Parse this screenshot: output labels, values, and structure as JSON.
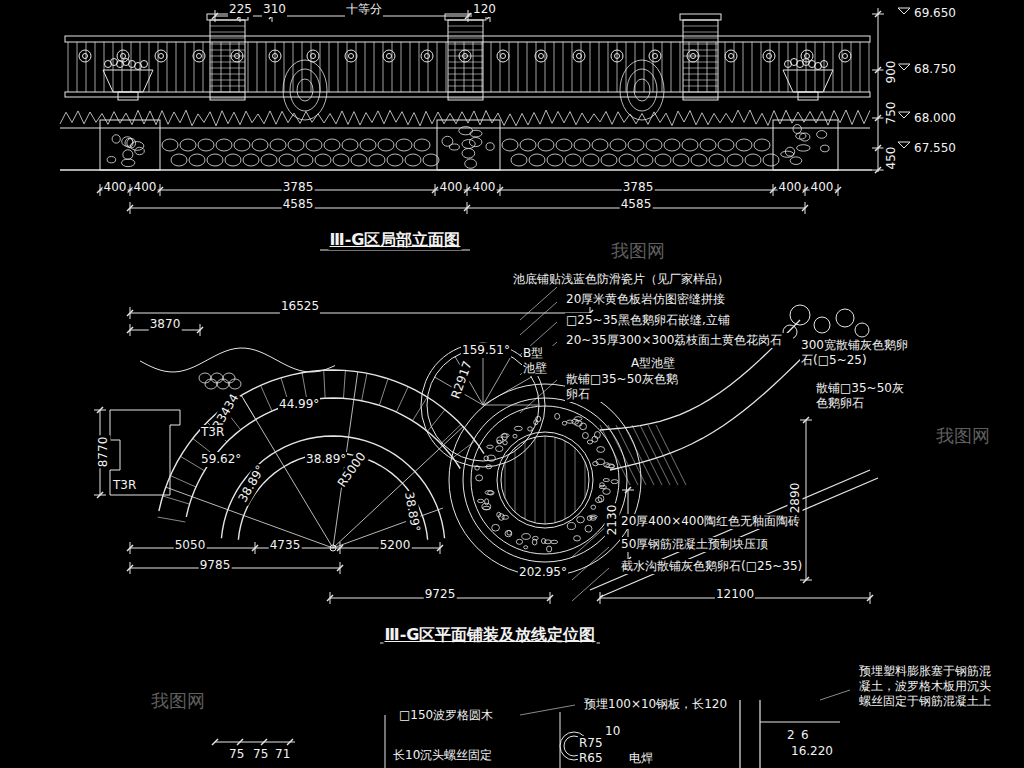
{
  "diagram": {
    "labels": [
      "225",
      "310",
      "十等分",
      "120",
      "69.650",
      "68.750",
      "68.000",
      "67.550",
      "900",
      "750",
      "450",
      "400",
      "400",
      "3785",
      "400",
      "400",
      "3785",
      "400",
      "400",
      "4585",
      "4585",
      "Ⅲ-G区局部立面图",
      "池底铺贴浅蓝色防滑瓷片（见厂家样品）",
      "16525",
      "3870",
      "20厚米黄色板岩仿图密缝拼接",
      "□25~35黑色鹅卵石嵌缝,立铺",
      "20~35厚300×300荔枝面土黄色花岗石",
      "B型池壁",
      "A型池壁",
      "散铺□35~50灰色鹅卵石",
      "300宽散铺灰色鹅卵石(□5~25)",
      "散铺□35~50灰色鹅卵石",
      "8770",
      "R3434",
      "T3R",
      "T3R",
      "44.99°",
      "59.62°",
      "38.89°",
      "38.89°",
      "38.89°",
      "R5000",
      "159.51°",
      "R2917",
      "202.95°",
      "2890",
      "2130",
      "20厚400×400陶红色无釉面陶砖",
      "50厚钢筋混凝土预制块压顶",
      "截水沟散铺灰色鹅卵石(□25~35)",
      "5050",
      "4735",
      "5200",
      "9785",
      "9725",
      "12100",
      "Ⅲ-G区平面铺装及放线定位图",
      "预埋塑料膨胀塞于钢筋混凝土，波罗格木板用沉头螺丝固定于钢筋混凝土上",
      "预埋100×10钢板，长120",
      "□150波罗格圆木",
      "2",
      "6",
      "16.220",
      "R75",
      "R65",
      "10",
      "电焊",
      "75",
      "75",
      "71",
      "长10沉头螺丝固定",
      "我图网",
      "我图网",
      "我图网"
    ]
  }
}
